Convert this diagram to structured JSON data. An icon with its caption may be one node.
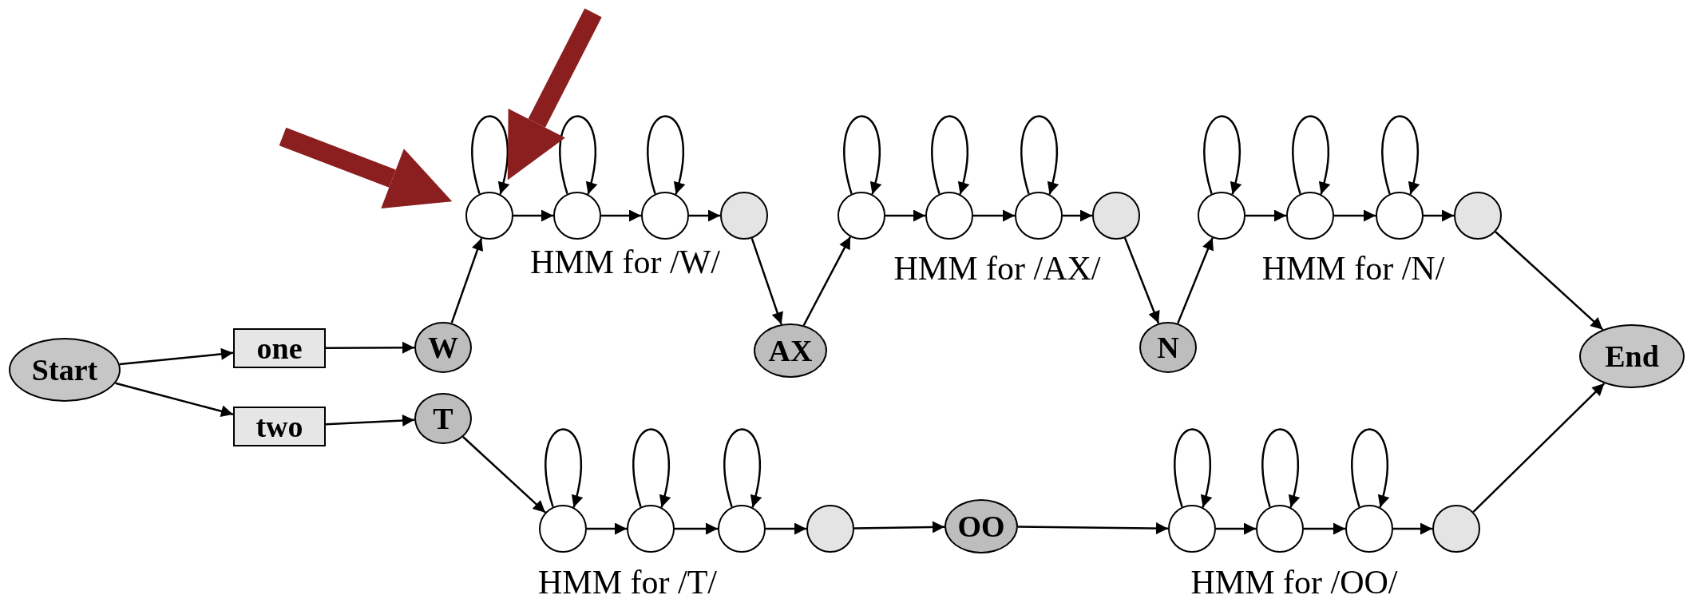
{
  "diagram": {
    "nodes": [
      {
        "text": [
          "Start"
        ]
      },
      {
        "text": [
          "one"
        ]
      },
      {
        "text": [
          "two"
        ]
      },
      {
        "text": [
          "W"
        ]
      },
      {
        "text": [
          "T"
        ]
      },
      {
        "text": [],
        "shape": "circle"
      },
      {
        "text": [],
        "shape": "circle"
      },
      {
        "text": [],
        "shape": "circle"
      },
      {
        "text": [],
        "shape": "circle"
      },
      {
        "text": [
          "AX"
        ]
      },
      {
        "text": [],
        "shape": "circle"
      },
      {
        "text": [],
        "shape": "circle"
      },
      {
        "text": [],
        "shape": "circle"
      },
      {
        "text": [],
        "shape": "circle"
      },
      {
        "text": [
          "N"
        ]
      },
      {
        "text": [],
        "shape": "circle"
      },
      {
        "text": [],
        "shape": "circle"
      },
      {
        "text": [],
        "shape": "circle"
      },
      {
        "text": [],
        "shape": "circle"
      },
      {
        "text": [
          "End"
        ]
      },
      {
        "text": [],
        "shape": "circle"
      },
      {
        "text": [],
        "shape": "circle"
      },
      {
        "text": [],
        "shape": "circle"
      },
      {
        "text": [],
        "shape": "circle"
      },
      {
        "text": [
          "OO"
        ]
      },
      {
        "text": [],
        "shape": "circle"
      },
      {
        "text": [],
        "shape": "circle"
      },
      {
        "text": [],
        "shape": "circle"
      },
      {
        "text": [],
        "shape": "circle"
      }
    ],
    "edges": [
      {
        "from": 0,
        "to": 1,
        "arrow": "to"
      },
      {
        "from": 0,
        "to": 2,
        "arrow": "to"
      },
      {
        "from": 1,
        "to": 3,
        "arrow": "to"
      },
      {
        "from": 2,
        "to": 4,
        "arrow": "to"
      },
      {
        "from": 3,
        "to": 5,
        "arrow": "to"
      },
      {
        "from": 5,
        "to": 5,
        "arrow": "to"
      },
      {
        "from": 6,
        "to": 6,
        "arrow": "to"
      },
      {
        "from": 7,
        "to": 7,
        "arrow": "to"
      },
      {
        "from": 5,
        "to": 6,
        "arrow": "to"
      },
      {
        "from": 6,
        "to": 7,
        "arrow": "to"
      },
      {
        "from": 7,
        "to": 8,
        "arrow": "to"
      },
      {
        "from": 8,
        "to": 9,
        "arrow": "to"
      },
      {
        "from": 9,
        "to": 10,
        "arrow": "to"
      },
      {
        "from": 10,
        "to": 10,
        "arrow": "to"
      },
      {
        "from": 11,
        "to": 11,
        "arrow": "to"
      },
      {
        "from": 12,
        "to": 12,
        "arrow": "to"
      },
      {
        "from": 10,
        "to": 11,
        "arrow": "to"
      },
      {
        "from": 11,
        "to": 12,
        "arrow": "to"
      },
      {
        "from": 12,
        "to": 13,
        "arrow": "to"
      },
      {
        "from": 13,
        "to": 14,
        "arrow": "to"
      },
      {
        "from": 14,
        "to": 15,
        "arrow": "to"
      },
      {
        "from": 15,
        "to": 15,
        "arrow": "to"
      },
      {
        "from": 16,
        "to": 16,
        "arrow": "to"
      },
      {
        "from": 17,
        "to": 17,
        "arrow": "to"
      },
      {
        "from": 15,
        "to": 16,
        "arrow": "to"
      },
      {
        "from": 16,
        "to": 17,
        "arrow": "to"
      },
      {
        "from": 17,
        "to": 18,
        "arrow": "to"
      },
      {
        "from": 18,
        "to": 19,
        "arrow": "to"
      },
      {
        "from": 4,
        "to": 20,
        "arrow": "to"
      },
      {
        "from": 20,
        "to": 20,
        "arrow": "to"
      },
      {
        "from": 21,
        "to": 21,
        "arrow": "to"
      },
      {
        "from": 22,
        "to": 22,
        "arrow": "to"
      },
      {
        "from": 20,
        "to": 21,
        "arrow": "to"
      },
      {
        "from": 21,
        "to": 22,
        "arrow": "to"
      },
      {
        "from": 22,
        "to": 23,
        "arrow": "to"
      },
      {
        "from": 23,
        "to": 24,
        "arrow": "to"
      },
      {
        "from": 24,
        "to": 25,
        "arrow": "to"
      },
      {
        "from": 25,
        "to": 25,
        "arrow": "to"
      },
      {
        "from": 26,
        "to": 26,
        "arrow": "to"
      },
      {
        "from": 27,
        "to": 27,
        "arrow": "to"
      },
      {
        "from": 25,
        "to": 26,
        "arrow": "to"
      },
      {
        "from": 26,
        "to": 27,
        "arrow": "to"
      },
      {
        "from": 27,
        "to": 28,
        "arrow": "to"
      },
      {
        "from": 28,
        "to": 19,
        "arrow": "to"
      },
      {
        "from": null,
        "to": 5,
        "arrow": "to",
        "style": "thick",
        "color": "#8b1e1e"
      },
      {
        "from": null,
        "to": 5,
        "arrow": "to",
        "style": "thick",
        "color": "#8b1e1e"
      }
    ],
    "labels": [
      "HMM for /W/",
      "HMM for /AX/",
      "HMM for /N/",
      "HMM for /T/",
      "HMM for /OO/"
    ]
  }
}
